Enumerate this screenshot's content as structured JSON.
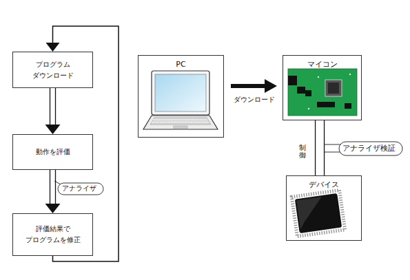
{
  "diagram": {
    "nodes": [
      {
        "text": [
          "プログラム ダウンロード"
        ]
      },
      {
        "text": [
          "動作を評価"
        ]
      },
      {
        "text": [
          "評価結果で プログラムを修正"
        ]
      },
      {
        "text": [
          "PC"
        ]
      },
      {
        "text": [
          "マイコン"
        ]
      },
      {
        "text": [
          "デバイス"
        ]
      }
    ],
    "edges": [
      {
        "from": 0,
        "to": 1,
        "arrow": "to"
      },
      {
        "from": 1,
        "to": 2,
        "arrow": "to"
      },
      {
        "from": 2,
        "to": 0,
        "arrow": "to"
      },
      {
        "from": 3,
        "to": 4,
        "label": "ダウンロード",
        "arrow": "to"
      },
      {
        "from": 4,
        "to": 5,
        "label": "制御",
        "arrow": "none"
      }
    ],
    "labels": [
      "アナライザ",
      "アナライザ検証"
    ]
  }
}
